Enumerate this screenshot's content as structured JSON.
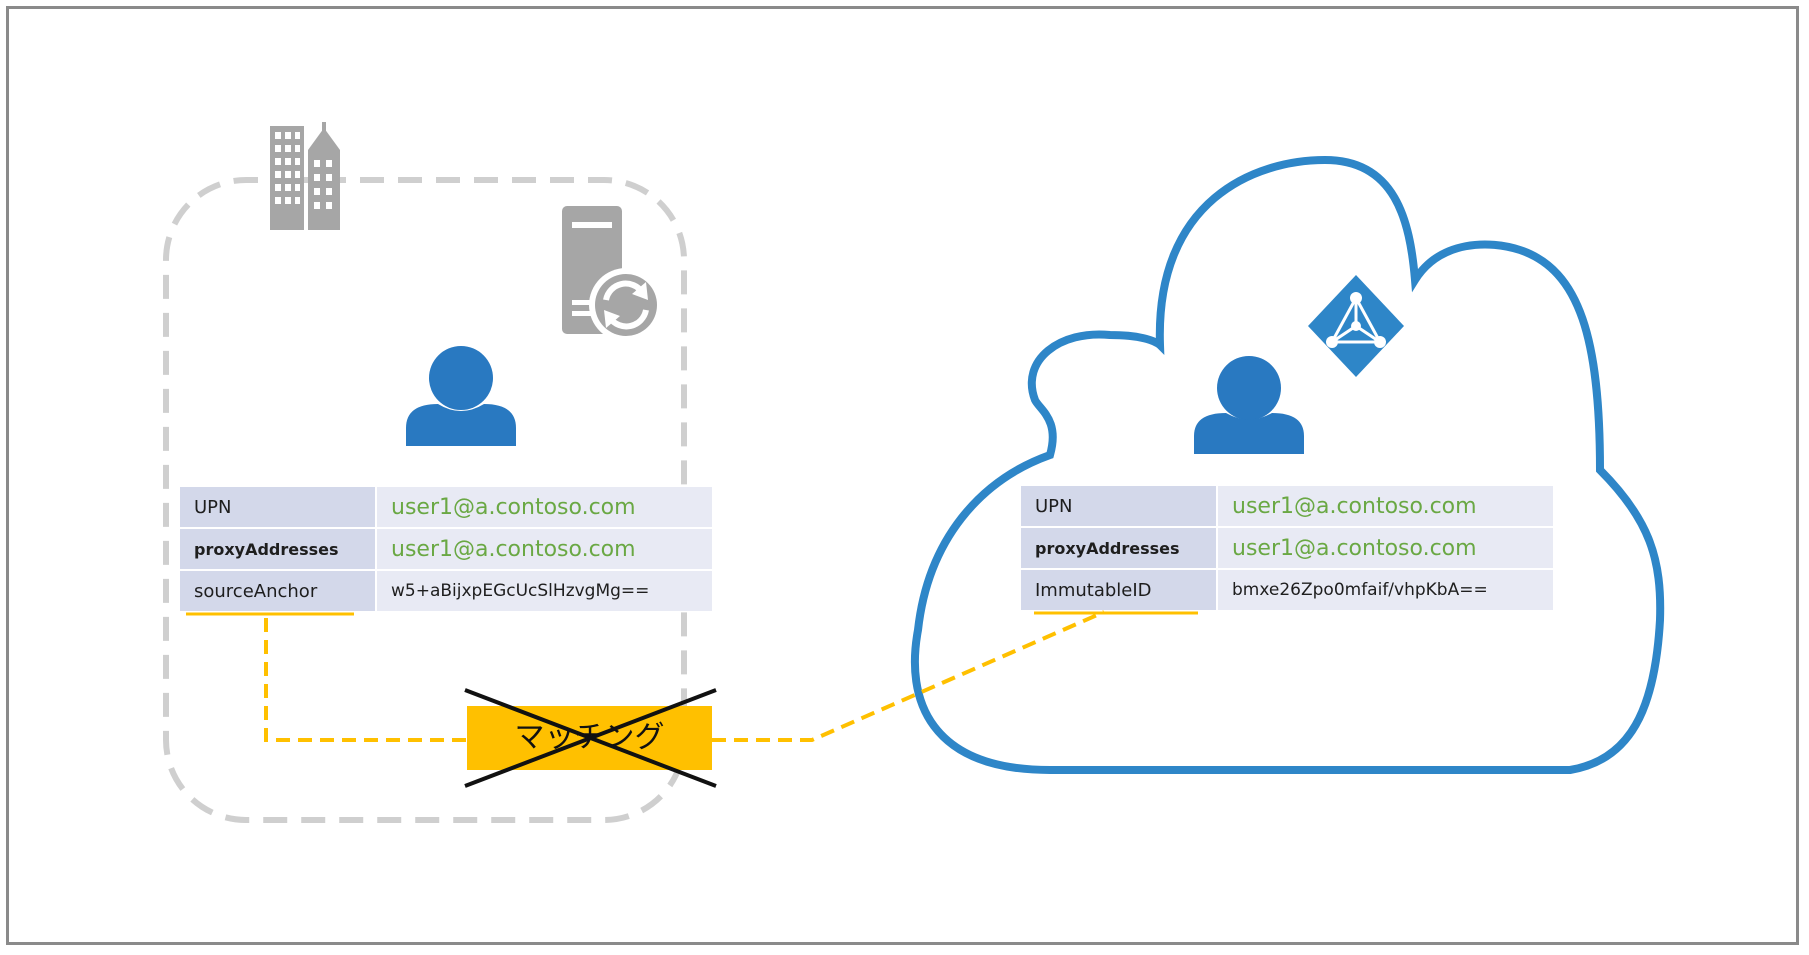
{
  "on_premises": {
    "attributes": [
      {
        "key": "UPN",
        "value": "user1@a.contoso.com"
      },
      {
        "key": "proxyAddresses",
        "value": "user1@a.contoso.com"
      },
      {
        "key": "sourceAnchor",
        "value": "w5+aBijxpEGcUcSlHzvgMg=="
      }
    ]
  },
  "cloud": {
    "attributes": [
      {
        "key": "UPN",
        "value": "user1@a.contoso.com"
      },
      {
        "key": "proxyAddresses",
        "value": "user1@a.contoso.com"
      },
      {
        "key": "ImmutableID",
        "value": "bmxe26Zpo0mfaif/vhpKbA=="
      }
    ]
  },
  "matching": {
    "label": "マッチング"
  },
  "colors": {
    "cloud_outline": "#2e86c8",
    "user_icon": "#2979c1",
    "highlight": "#ffc000",
    "dashed_border": "#cfcfcf",
    "green_text": "#6aa844"
  }
}
